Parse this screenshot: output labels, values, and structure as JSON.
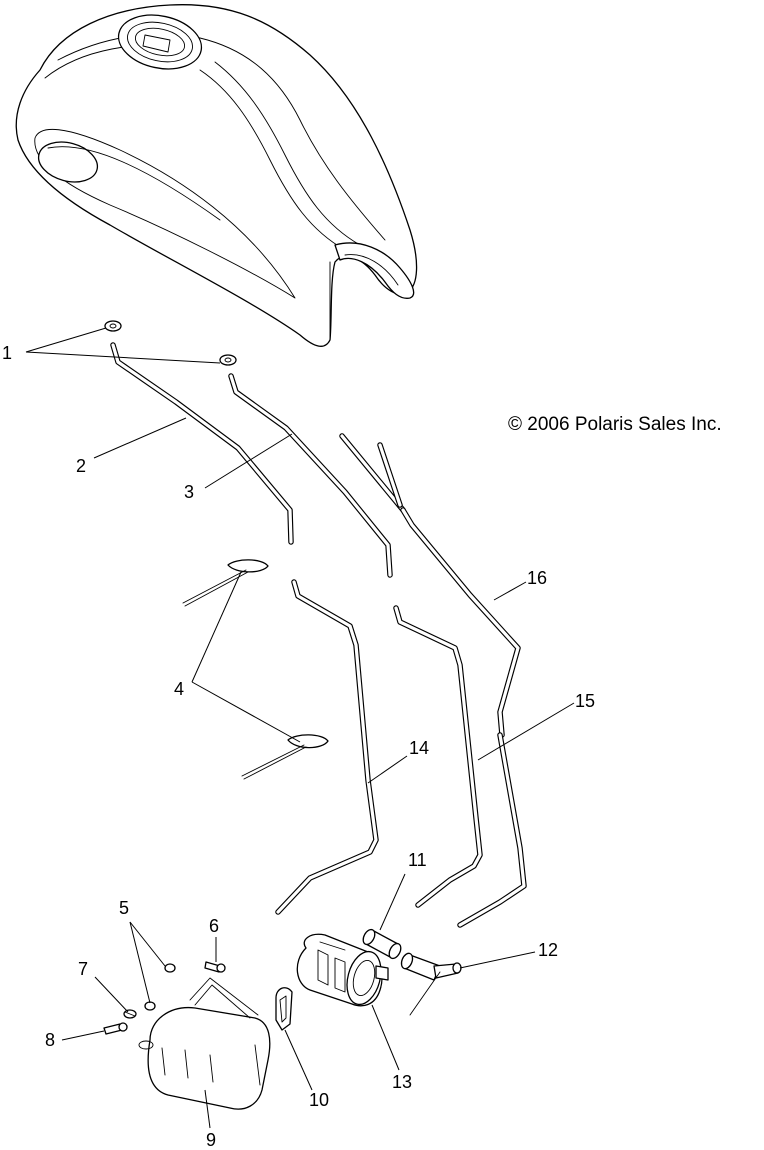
{
  "copyright": "© 2006 Polaris Sales Inc.",
  "callouts": {
    "c1": "1",
    "c2": "2",
    "c3": "3",
    "c4": "4",
    "c5": "5",
    "c6": "6",
    "c7": "7",
    "c8": "8",
    "c9": "9",
    "c10": "10",
    "c11": "11",
    "c12": "12",
    "c13": "13",
    "c14": "14",
    "c15": "15",
    "c16": "16"
  }
}
